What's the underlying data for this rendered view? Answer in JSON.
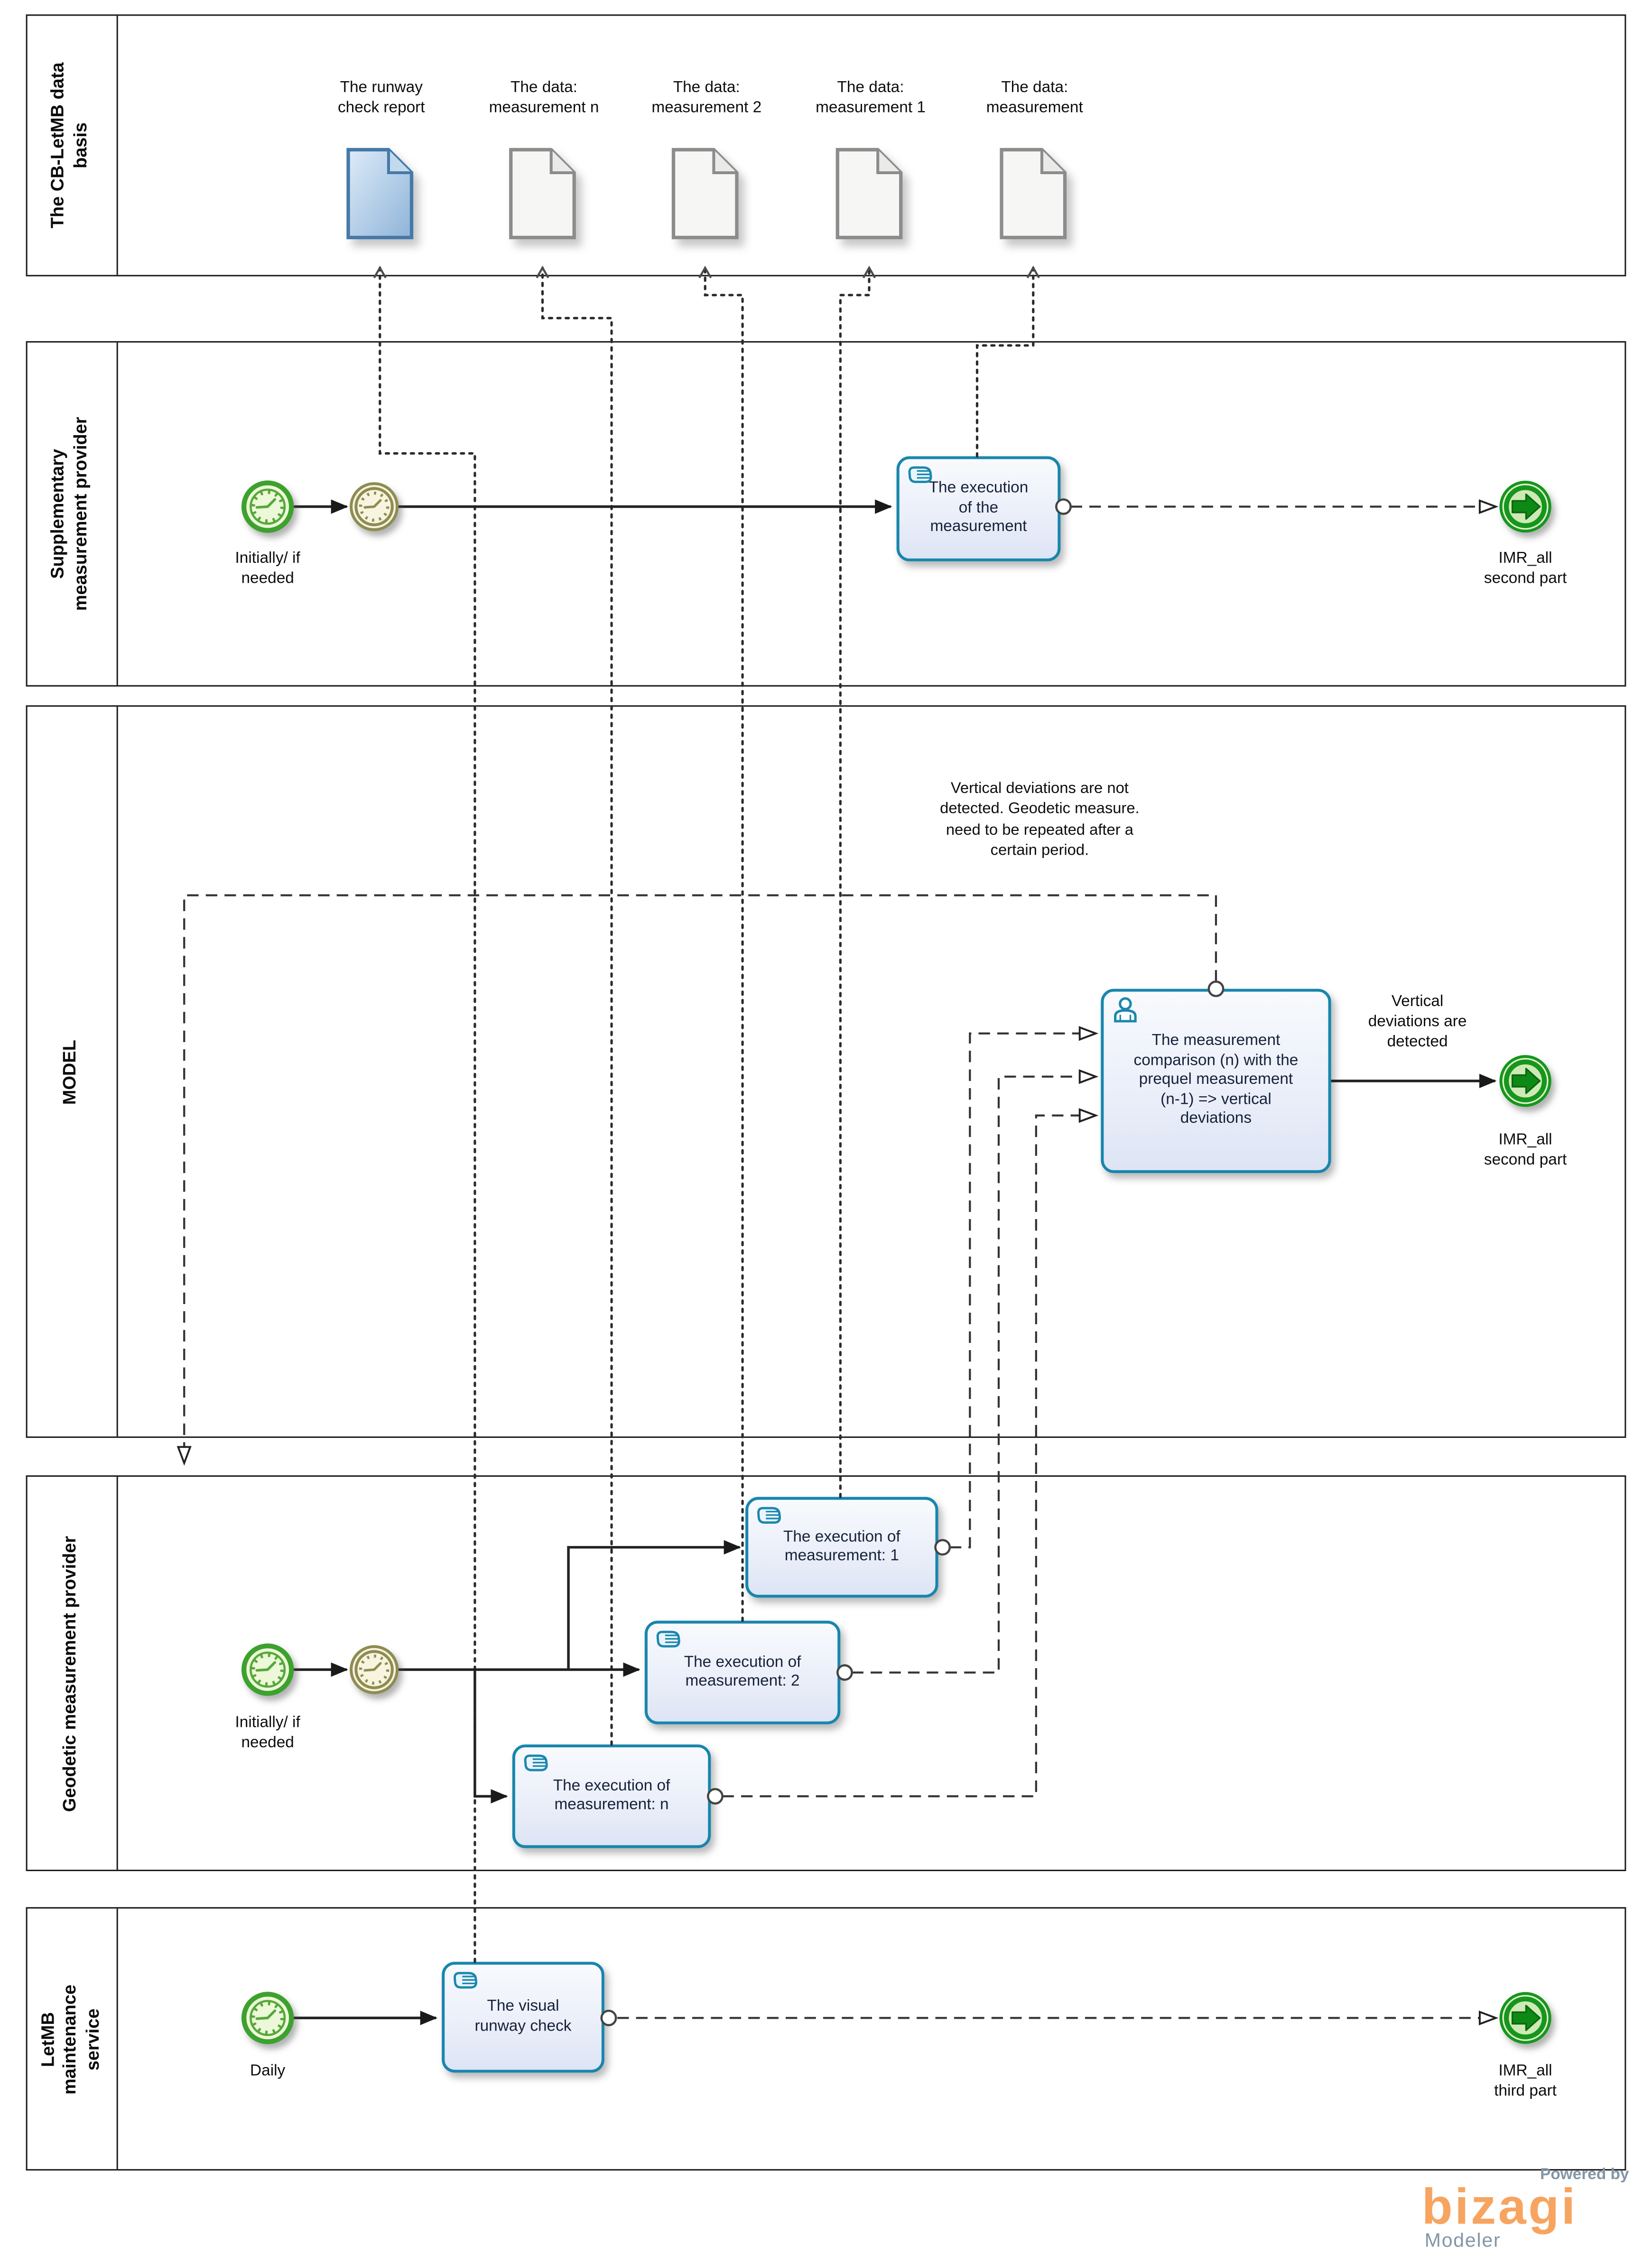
{
  "pools": [
    {
      "label": "The CB-LetMB data\nbasis"
    },
    {
      "label": "Supplementary\nmeasurement provider"
    },
    {
      "label": "MODEL"
    },
    {
      "label": "Geodetic measurement provider"
    },
    {
      "label": "LetMB\nmaintenance\nservice"
    }
  ],
  "documents": [
    {
      "label": "The runway\ncheck report",
      "variant": "blue"
    },
    {
      "label": "The data:\nmeasurement n",
      "variant": "plain"
    },
    {
      "label": "The data:\nmeasurement 2",
      "variant": "plain"
    },
    {
      "label": "The data:\nmeasurement 1",
      "variant": "plain"
    },
    {
      "label": "The data:\nmeasurement",
      "variant": "plain"
    }
  ],
  "supplementary": {
    "start_label": "Initially/ if\nneeded",
    "task": "The execution\nof the\nmeasurement",
    "end_label": "IMR_all\nsecond part"
  },
  "model": {
    "annotation": "Vertical deviations are not\ndetected. Geodetic measure.\nneed to be repeated after a\ncertain period.",
    "task": "The measurement\ncomparison (n) with the\nprequel measurement\n(n-1) => vertical\ndeviations",
    "flow_label": "Vertical\ndeviations are\ndetected",
    "end_label": "IMR_all\nsecond part"
  },
  "geodetic": {
    "start_label": "Initially/ if\nneeded",
    "task1": "The execution of\nmeasurement: 1",
    "task2": "The execution of\nmeasurement: 2",
    "taskn": "The execution of\nmeasurement: n"
  },
  "letmb": {
    "start_label": "Daily",
    "task": "The visual\nrunway check",
    "end_label": "IMR_all\nthird part"
  },
  "logo": {
    "powered_by": "Powered by",
    "brand": "bizagi",
    "product": "Modeler"
  },
  "icons": {
    "manual_task": "hand-icon",
    "user_task": "person-icon",
    "start_timer": "clock-icon",
    "intermediate_timer": "double-ring-clock-icon",
    "end_link": "arrow-right-icon",
    "document": "document-icon"
  },
  "colors": {
    "task_border": "#1886ad",
    "start_green": "#3ea12f",
    "timer_olive": "#8e8c51",
    "end_green": "#15961f",
    "doc_blue": "#4579a8",
    "brand_orange": "#f7a460",
    "brand_gray": "#8296a6"
  }
}
